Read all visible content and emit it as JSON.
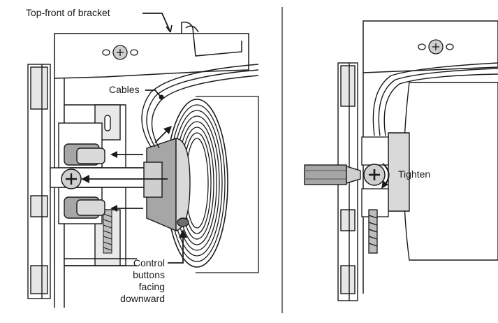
{
  "diagram": {
    "left_panel": {
      "callouts": {
        "top_front": "Top-front of bracket",
        "cables": "Cables",
        "control_line1": "Control",
        "control_line2": "buttons",
        "control_line3": "facing",
        "control_line4": "downward"
      }
    },
    "right_panel": {
      "callouts": {
        "tighten": "Tighten"
      }
    },
    "colors": {
      "line": "#1a1a1a",
      "light_gray": "#d9d9d9",
      "mid_gray": "#a6a6a6",
      "dark_gray": "#6e6e6e",
      "screw_head": "#cfcfcf"
    },
    "icons": [
      "phillips-screw-icon",
      "arrow-icon",
      "curved-arrow-icon",
      "screwdriver-icon"
    ]
  }
}
